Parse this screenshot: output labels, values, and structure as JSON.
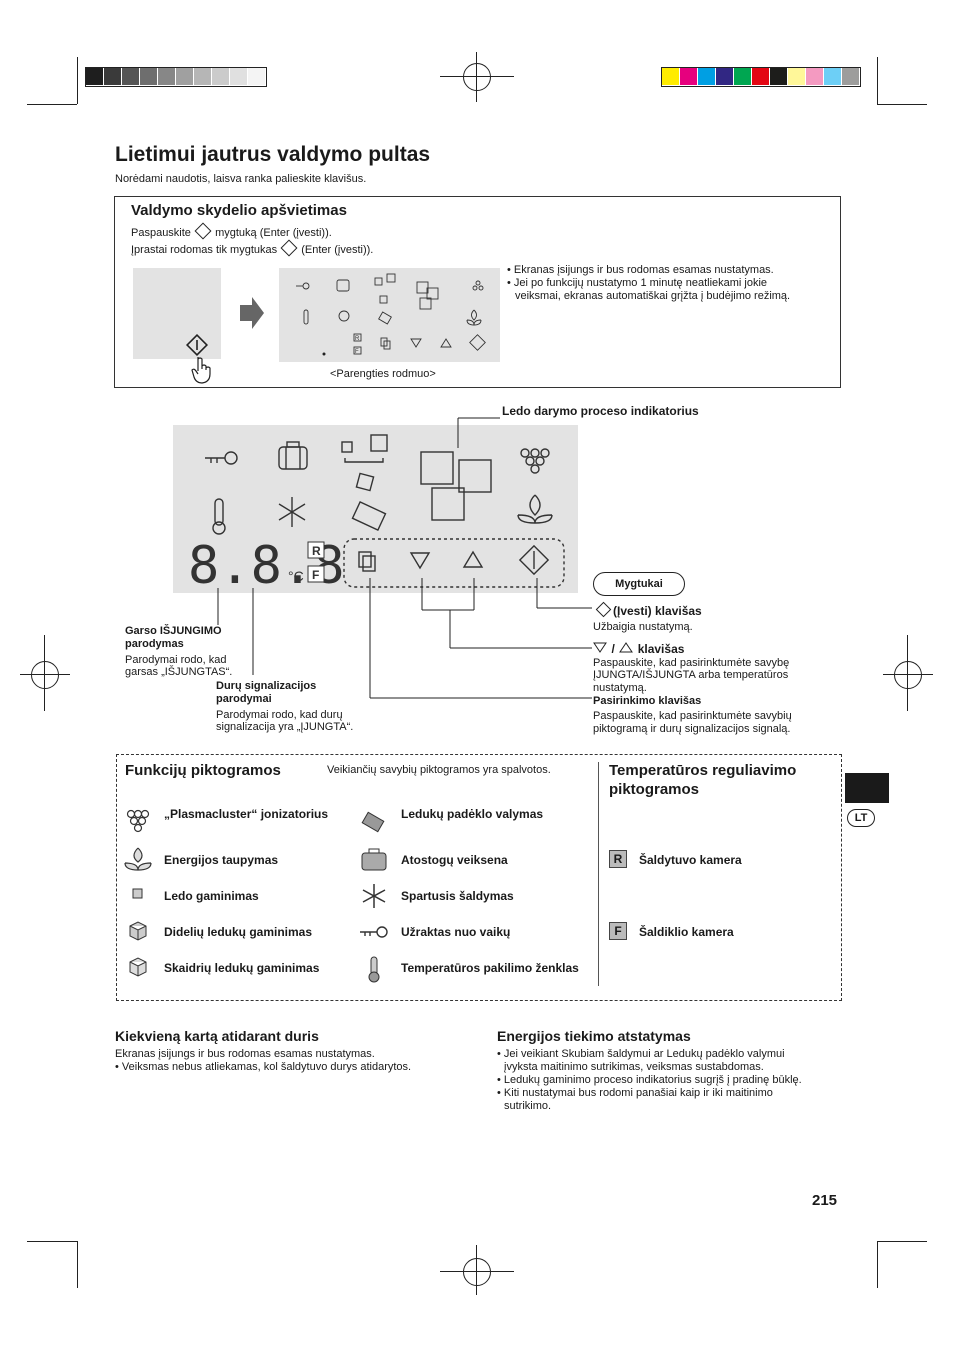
{
  "header": {
    "title": "Lietimui jautrus valdymo pultas",
    "subtitle": "Norėdami naudotis, laisva ranka palieskite klavišus."
  },
  "panel_light": {
    "heading": "Valdymo skydelio apšvietimas",
    "line1_a": "Paspauskite",
    "line1_b": "mygtuką (Enter (įvesti)).",
    "line2_a": "Įprastai rodomas tik mygtukas",
    "line2_b": "(Enter (įvesti)).",
    "notes": [
      "• Ekranas įsijungs ir bus rodomas esamas nustatymas.",
      "• Jei po funkcijų nustatymo 1 minutę neatliekami jokie",
      "veiksmai, ekranas automatiškai grįžta į budėjimo režimą."
    ],
    "caption": "<Parengties rodmuo>"
  },
  "diagram": {
    "display_digits": "8.8.8",
    "unit": "°C",
    "r_label": "R",
    "f_label": "F",
    "ice_indicator_label": "Ledo darymo proceso indikatorius",
    "buttons_pill": "Mygtukai",
    "enter_key": "(Įvesti) klavišas",
    "enter_desc": "Užbaigia nustatymą.",
    "updown_sep": "/",
    "updown_key": "klavišas",
    "updown_desc": [
      "Paspauskite, kad pasirinktumėte savybę",
      "ĮJUNGTA/IŠJUNGTA arba temperatūros",
      "nustatymą."
    ],
    "select_key": "Pasirinkimo klavišas",
    "select_desc": [
      "Paspauskite, kad pasirinktumėte savybių",
      "piktogramą ir durų signalizacijos signalą."
    ],
    "sound_title": [
      "Garso IŠJUNGIMO",
      "parodymas"
    ],
    "sound_desc": [
      "Parodymai rodo, kad",
      "garsas „IŠJUNGTAS“."
    ],
    "door_title": [
      "Durų signalizacijos",
      "parodymai"
    ],
    "door_desc": [
      "Parodymai rodo, kad durų",
      "signalizacija yra „ĮJUNGTA“."
    ]
  },
  "functions": {
    "heading": "Funkcijų piktogramos",
    "note": "Veikiančių savybių piktogramos yra spalvotos.",
    "left": [
      "„Plasmacluster“ jonizatorius",
      "Energijos taupymas",
      "Ledo gaminimas",
      "Didelių ledukų gaminimas",
      "Skaidrių ledukų gaminimas"
    ],
    "right": [
      "Ledukų padėklo valymas",
      "Atostogų veiksena",
      "Spartusis šaldymas",
      "Užraktas nuo vaikų",
      "Temperatūros pakilimo ženklas"
    ],
    "temp_heading": [
      "Temperatūros reguliavimo",
      "piktogramos"
    ],
    "r_label": "R",
    "r_text": "Šaldytuvo kamera",
    "f_label": "F",
    "f_text": "Šaldiklio kamera"
  },
  "door_section": {
    "heading": "Kiekvieną kartą atidarant duris",
    "lines": [
      "Ekranas įsijungs ir bus rodomas esamas nustatymas.",
      "• Veiksmas nebus atliekamas, kol šaldytuvo durys atidarytos."
    ]
  },
  "power_section": {
    "heading": "Energijos tiekimo atstatymas",
    "lines": [
      "• Jei veikiant Skubiam šaldymui ar Ledukų padėklo valymui",
      "įvyksta maitinimo sutrikimas, veiksmas sustabdomas.",
      "• Ledukų gaminimo proceso indikatorius sugrįš į pradinę būklę.",
      "• Kiti nustatymai bus rodomi panašiai kaip ir iki maitinimo",
      "sutrikimo."
    ]
  },
  "page_number": "215",
  "lang_badge": "LT",
  "colors": {
    "grays": [
      "#1e1e1e",
      "#3a3a3a",
      "#555555",
      "#6e6e6e",
      "#878787",
      "#a0a0a0",
      "#b6b6b6",
      "#cbcbcb",
      "#e0e0e0",
      "#f4f4f4"
    ],
    "colorbar": [
      "#ffec00",
      "#e6007e",
      "#009fe3",
      "#312783",
      "#00a651",
      "#e30613",
      "#1d1d1b",
      "#fff799",
      "#f49ac1",
      "#6dcff6",
      "#9d9d9c"
    ],
    "panel_bg": "#e3e3e3"
  }
}
